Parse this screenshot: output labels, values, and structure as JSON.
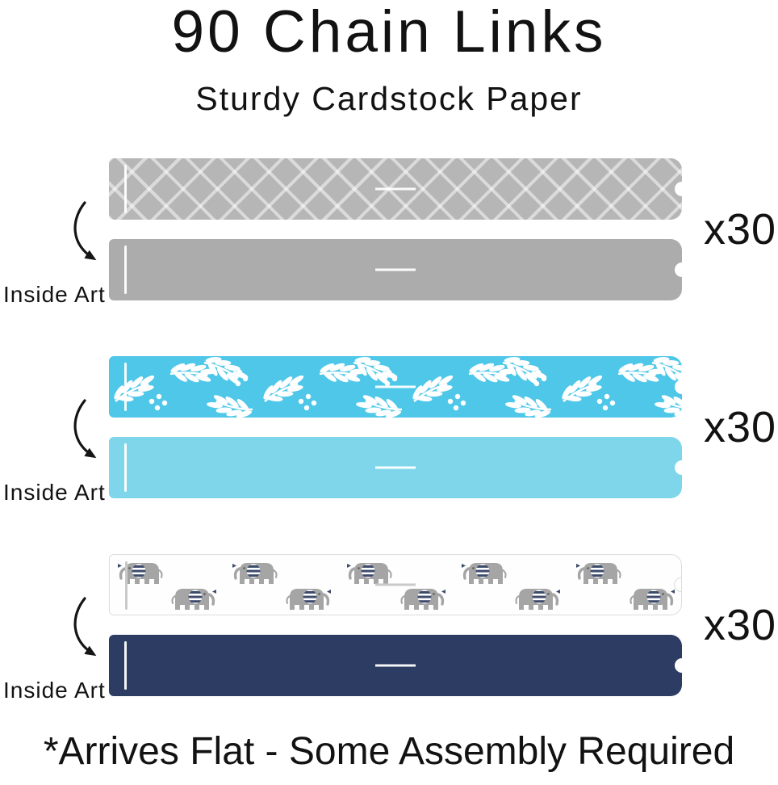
{
  "title": "90 Chain Links",
  "subtitle": "Sturdy Cardstock Paper",
  "footer_note": "*Arrives Flat - Some Assembly Required",
  "text_color": "#121212",
  "groups": [
    {
      "id": "gray-crosshatch",
      "outside_pattern": "gray diamond crosshatch lattice",
      "outside_base_color": "#b6b6b6",
      "inside_color": "#acacac",
      "count_label": "x30",
      "inside_art_label": "Inside Art"
    },
    {
      "id": "blue-leaves",
      "outside_pattern": "white leaf sprigs on sky blue",
      "outside_base_color": "#4ec7e8",
      "inside_color": "#7fd6ea",
      "count_label": "x30",
      "inside_art_label": "Inside Art"
    },
    {
      "id": "gray-elephants",
      "outside_pattern": "gray elephants with striped ears on white",
      "outside_base_color": "#fefefe",
      "inside_color": "#2d3c62",
      "count_label": "x30",
      "inside_art_label": "Inside Art"
    }
  ]
}
